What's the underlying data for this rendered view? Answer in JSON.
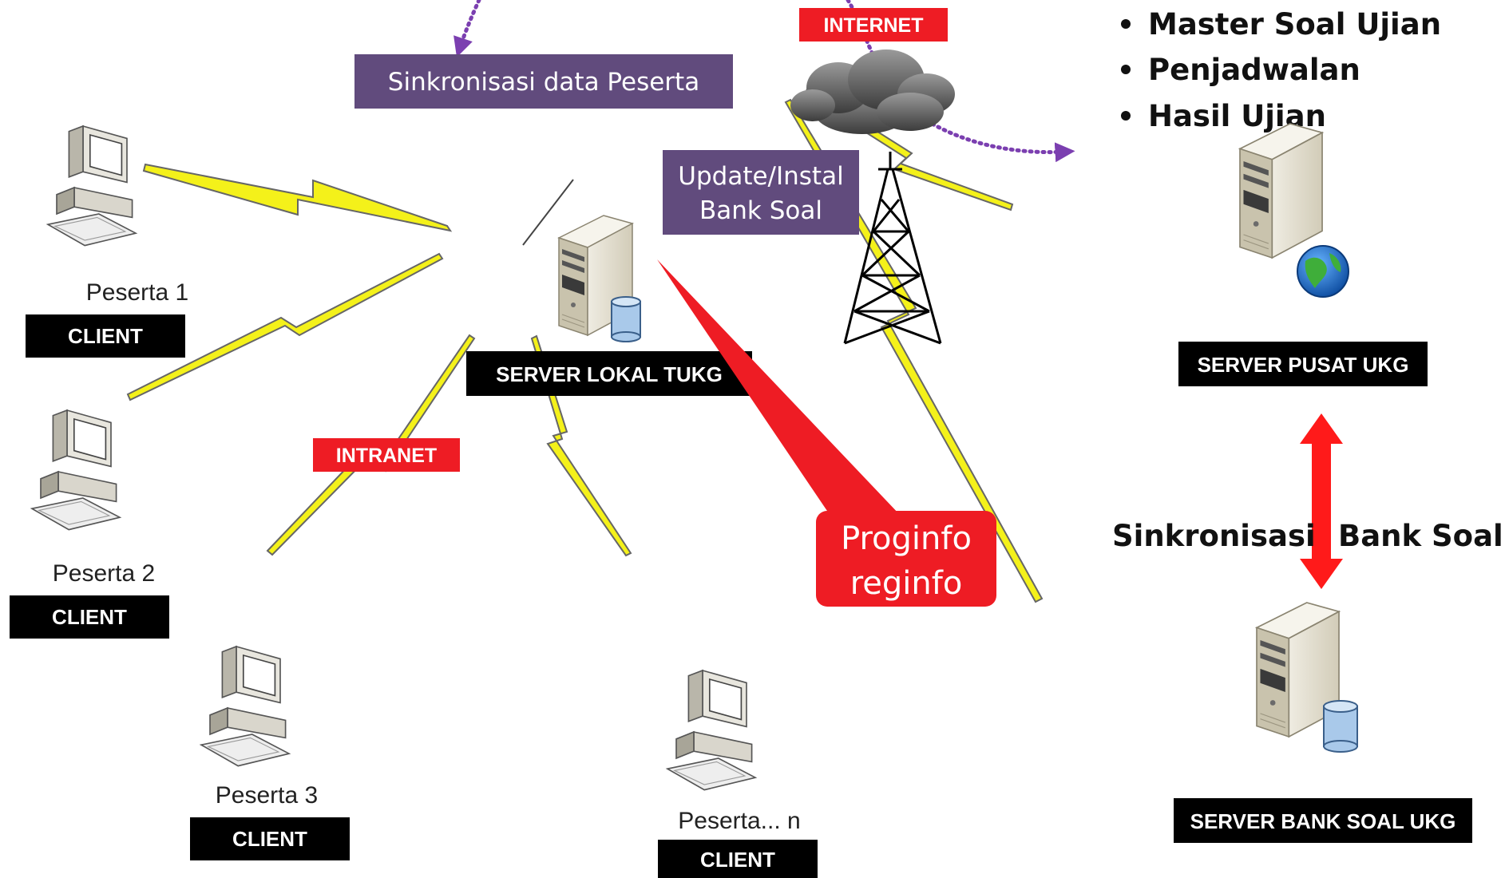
{
  "internet_label": "INTERNET",
  "intranet_label": "INTRANET",
  "sync_peserta_label": "Sinkronisasi data Peserta",
  "update_label": {
    "line1": "Update/Instal",
    "line2": "Bank Soal"
  },
  "server_lokal_label": "SERVER LOKAL TUKG",
  "server_pusat_label": "SERVER PUSAT UKG",
  "server_bank_label": "SERVER BANK SOAL UKG",
  "bullets": [
    "Master  Soal Ujian",
    "Penjadwalan",
    "Hasil Ujian"
  ],
  "callout": {
    "line1": "Proginfo",
    "line2": "reginfo"
  },
  "sync_bank": {
    "left": "Sinkronisasi",
    "right": "Bank Soal"
  },
  "clients": [
    {
      "name": "Peserta 1",
      "tag": "CLIENT"
    },
    {
      "name": "Peserta 2",
      "tag": "CLIENT"
    },
    {
      "name": "Peserta 3",
      "tag": "CLIENT"
    },
    {
      "name": "Peserta... n",
      "tag": "CLIENT"
    }
  ],
  "colors": {
    "bolt": "#f4f11a",
    "label_black": "#000000",
    "label_red": "#ee1c24",
    "purple_box": "#614b7d",
    "callout_red": "#ee1c24",
    "dotted_arrow": "#7b3fb0",
    "sync_arrow": "#ff0000"
  },
  "icons": [
    "server-icon",
    "server-db-icon",
    "server-globe-icon",
    "desktop-pc-icon",
    "cloud-icon",
    "radio-tower-icon"
  ]
}
